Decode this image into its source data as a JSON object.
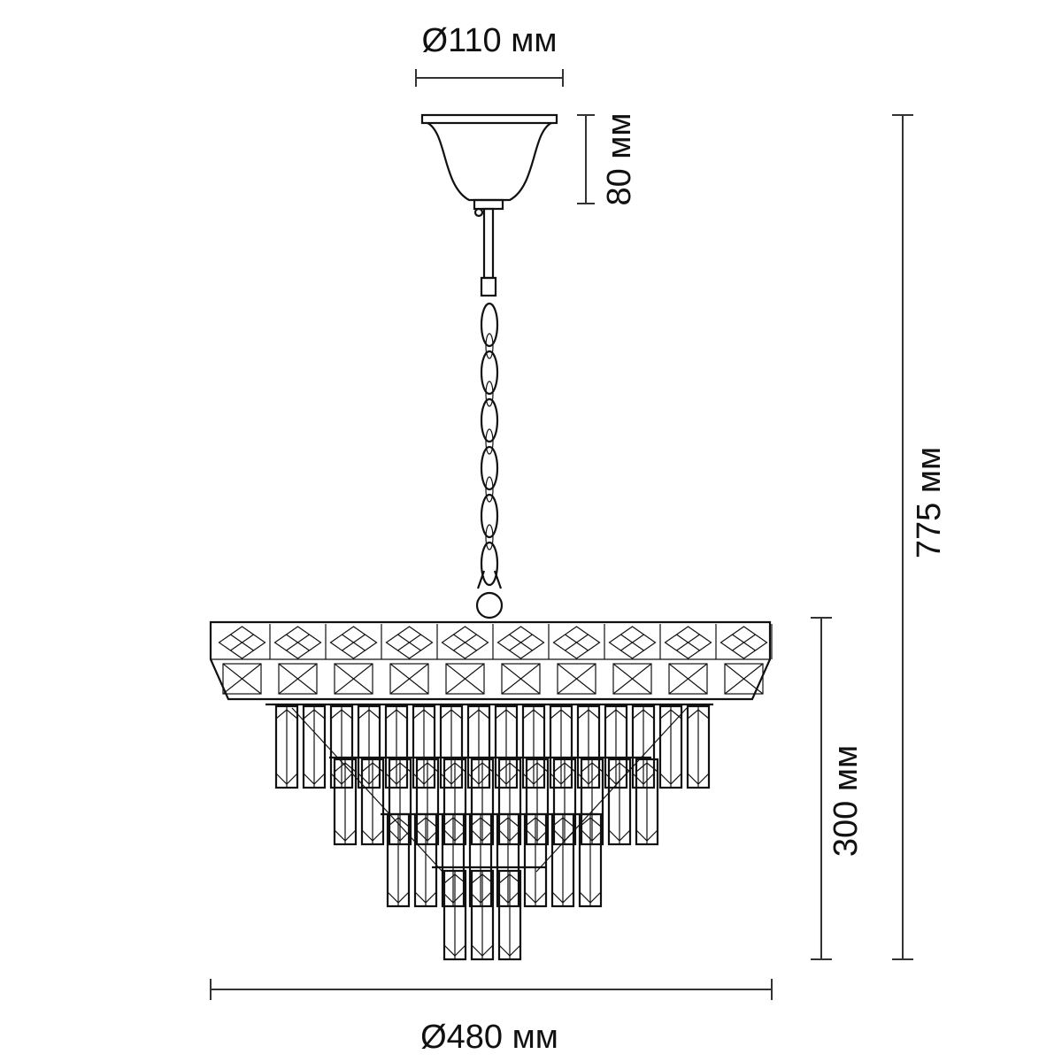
{
  "dimensions": {
    "canopy_diameter": "Ø110 мм",
    "canopy_height": "80 мм",
    "total_height": "775 мм",
    "body_height": "300 мм",
    "body_diameter": "Ø480 мм"
  },
  "colors": {
    "line": "#111111",
    "dimension_line": "#333333",
    "background": "#ffffff"
  }
}
